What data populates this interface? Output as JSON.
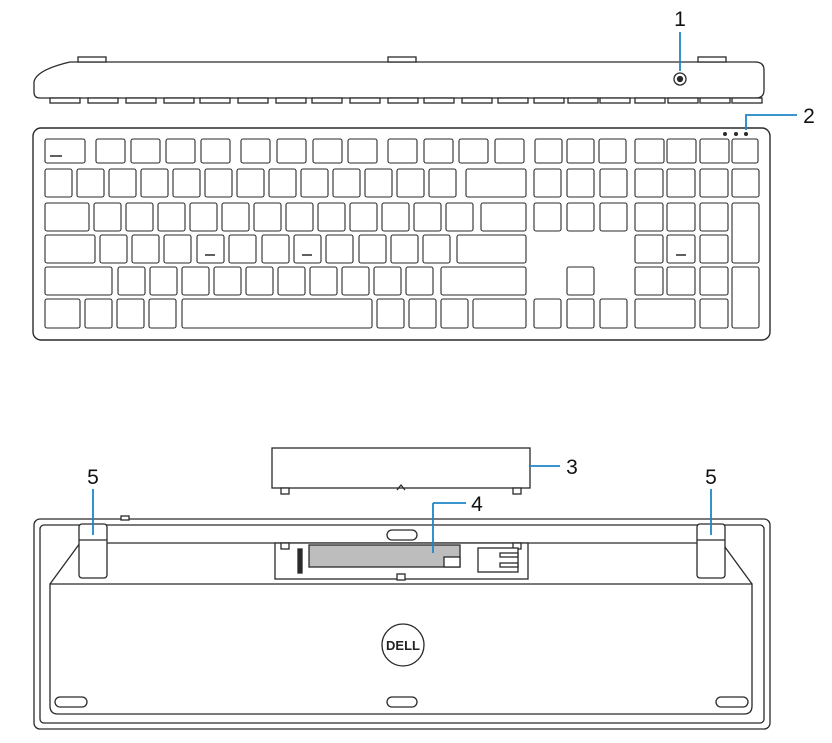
{
  "figure": {
    "callouts": [
      {
        "number": "1",
        "part": "power-switch"
      },
      {
        "number": "2",
        "part": "status-lights"
      },
      {
        "number": "3",
        "part": "battery-cover"
      },
      {
        "number": "4",
        "part": "battery-slot"
      },
      {
        "number": "5",
        "part": "tilt-leg-left"
      },
      {
        "number": "5",
        "part": "tilt-leg-right"
      }
    ],
    "logo_text": "DELL",
    "colors": {
      "outline": "#2a2a2a",
      "callout_line": "#1e86c8",
      "key_fill": "#ffffff",
      "battery_fill": "#bdbdbd",
      "text": "#111111"
    }
  }
}
